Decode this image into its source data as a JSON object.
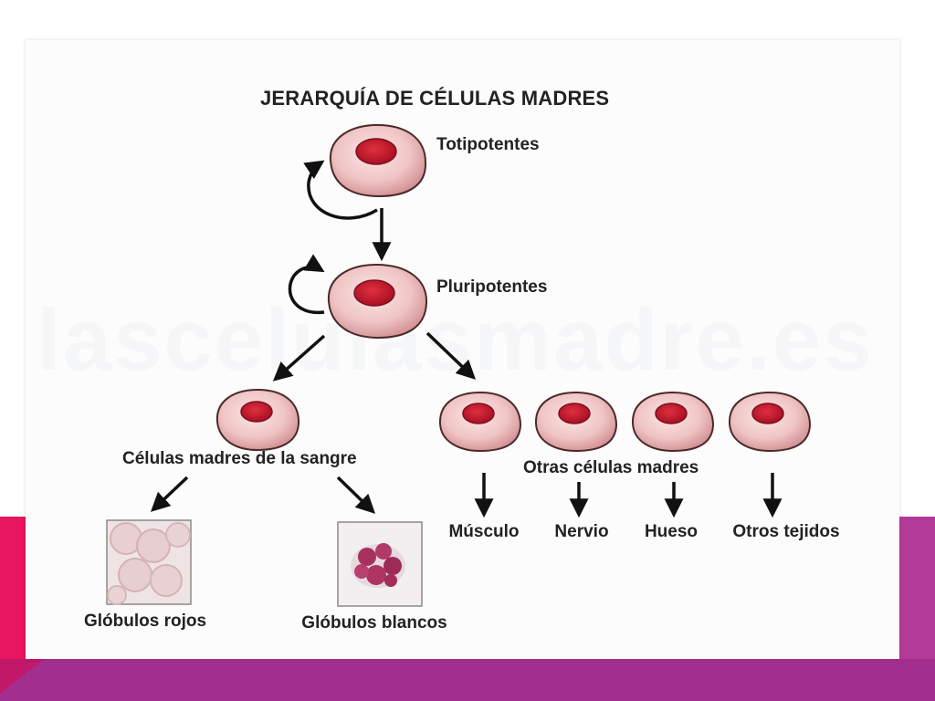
{
  "title": "JERARQUÍA DE CÉLULAS MADRES",
  "watermark": "lascelulasmadre.es",
  "levels": {
    "totipotent": "Totipotentes",
    "pluripotent": "Pluripotentes",
    "blood_stem": "Células madres de la sangre",
    "other_stem": "Otras células madres"
  },
  "products": {
    "red_cells": "Glóbulos rojos",
    "white_cells": "Glóbulos blancos",
    "muscle": "Músculo",
    "nerve": "Nervio",
    "bone": "Hueso",
    "other_tissues": "Otros tejidos"
  },
  "colors": {
    "cell_fill": "#f2c7c7",
    "cell_edge": "#4a2a2a",
    "nucleus": "#c81a2e",
    "accent_pink": "#e8155f",
    "accent_magenta": "#b43a9a",
    "accent_purple": "#a22f8e"
  }
}
